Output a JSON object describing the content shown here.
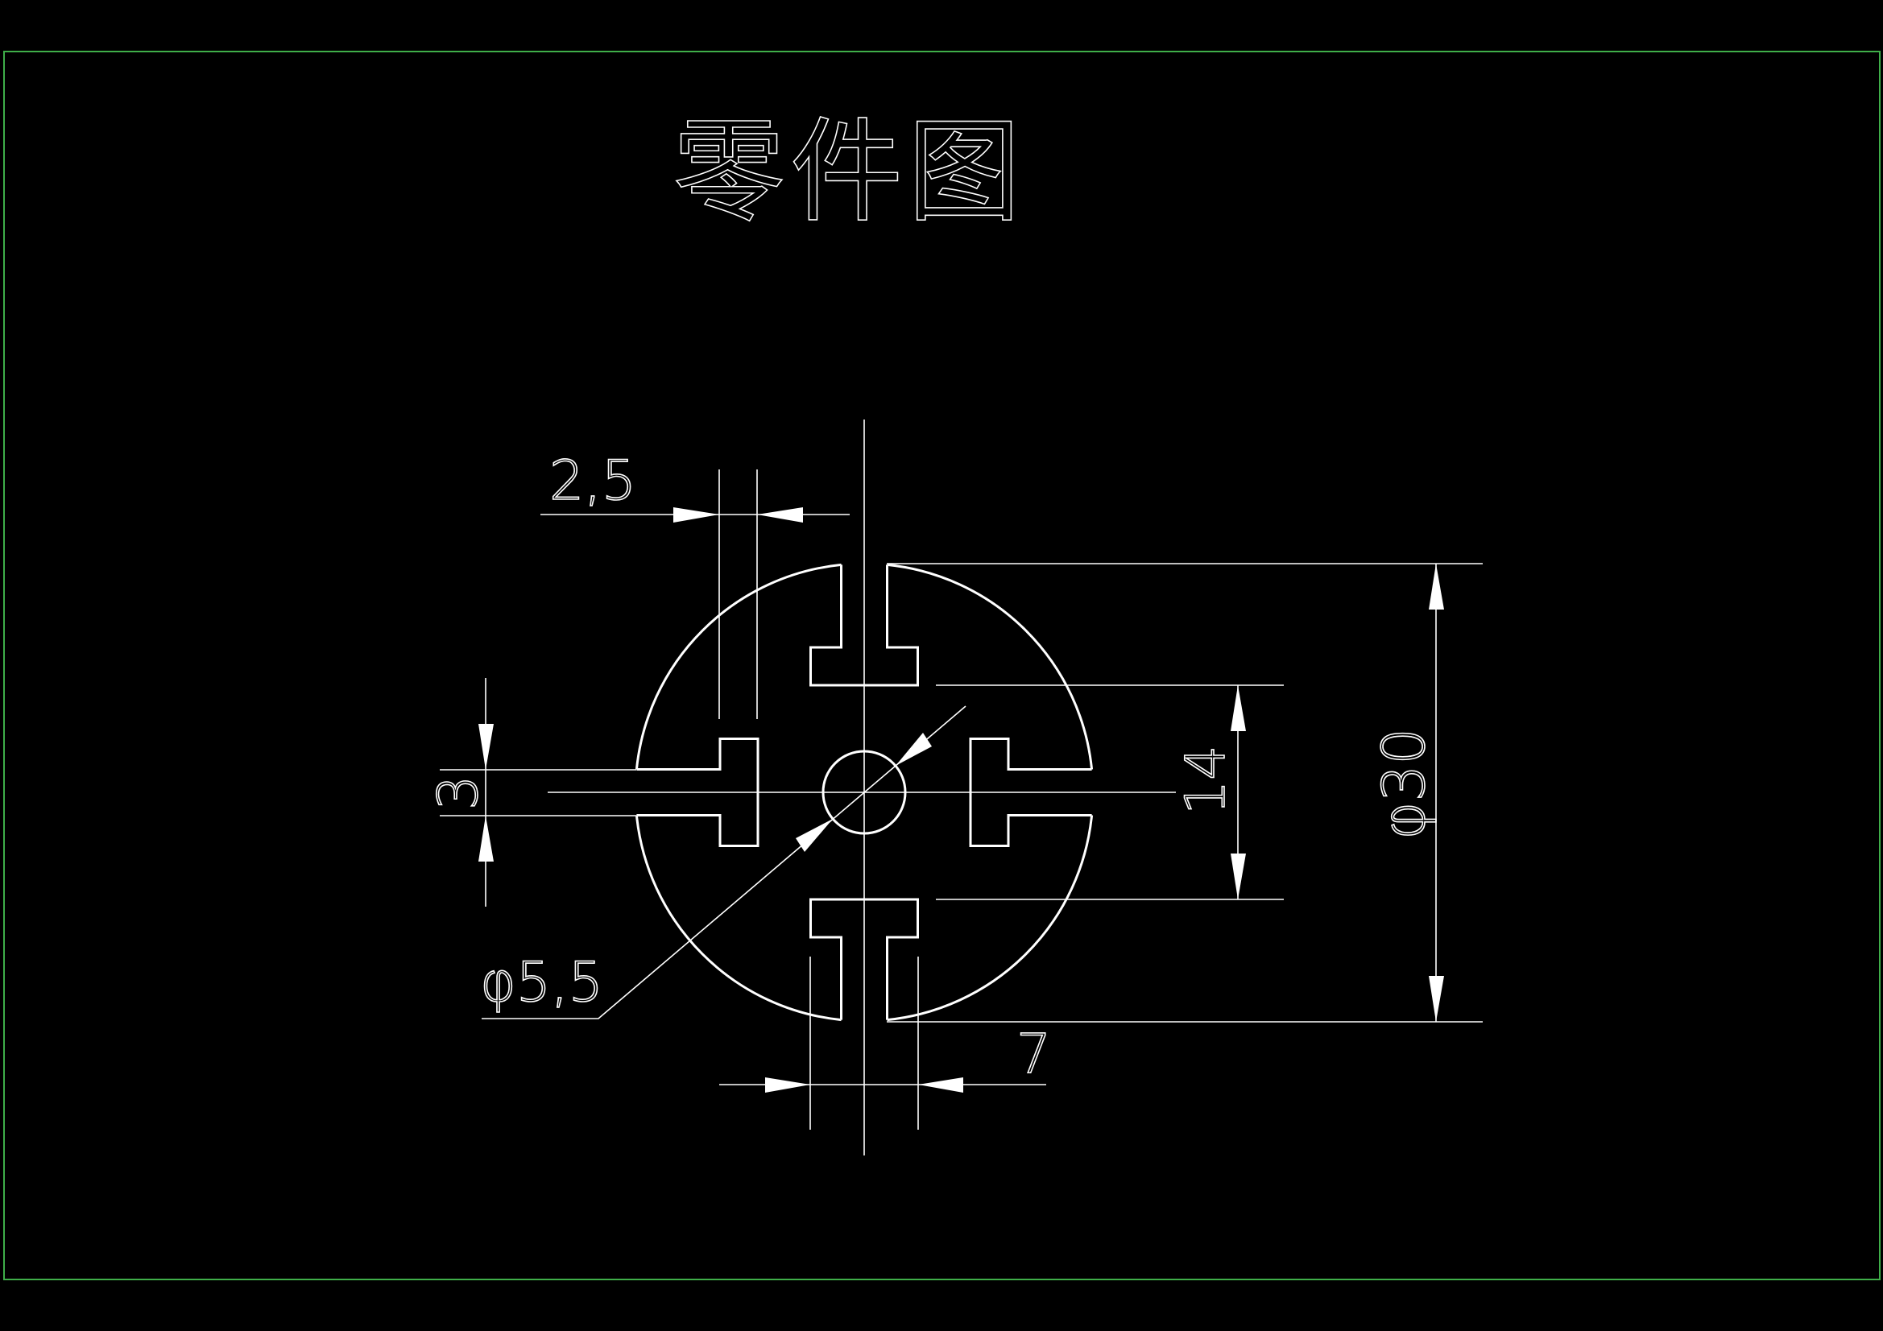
{
  "drawing": {
    "title": "零件图",
    "border_color": "#3fae49",
    "background": "#000000",
    "line_color": "#ffffff"
  },
  "part": {
    "outer_diameter_mm": 30,
    "hub_diameter_mm": 5.5,
    "slot_count": 4,
    "slot_width_mm": 3,
    "t_head_width_mm": 7,
    "t_head_depth_mm": 2.5,
    "t_inner_span_mm": 14
  },
  "dimensions": {
    "head_depth": "2,5",
    "slot_width": "3",
    "hub_diameter": "φ5,5",
    "head_width": "7",
    "inner_span": "14",
    "outer_diameter": "φ30"
  }
}
